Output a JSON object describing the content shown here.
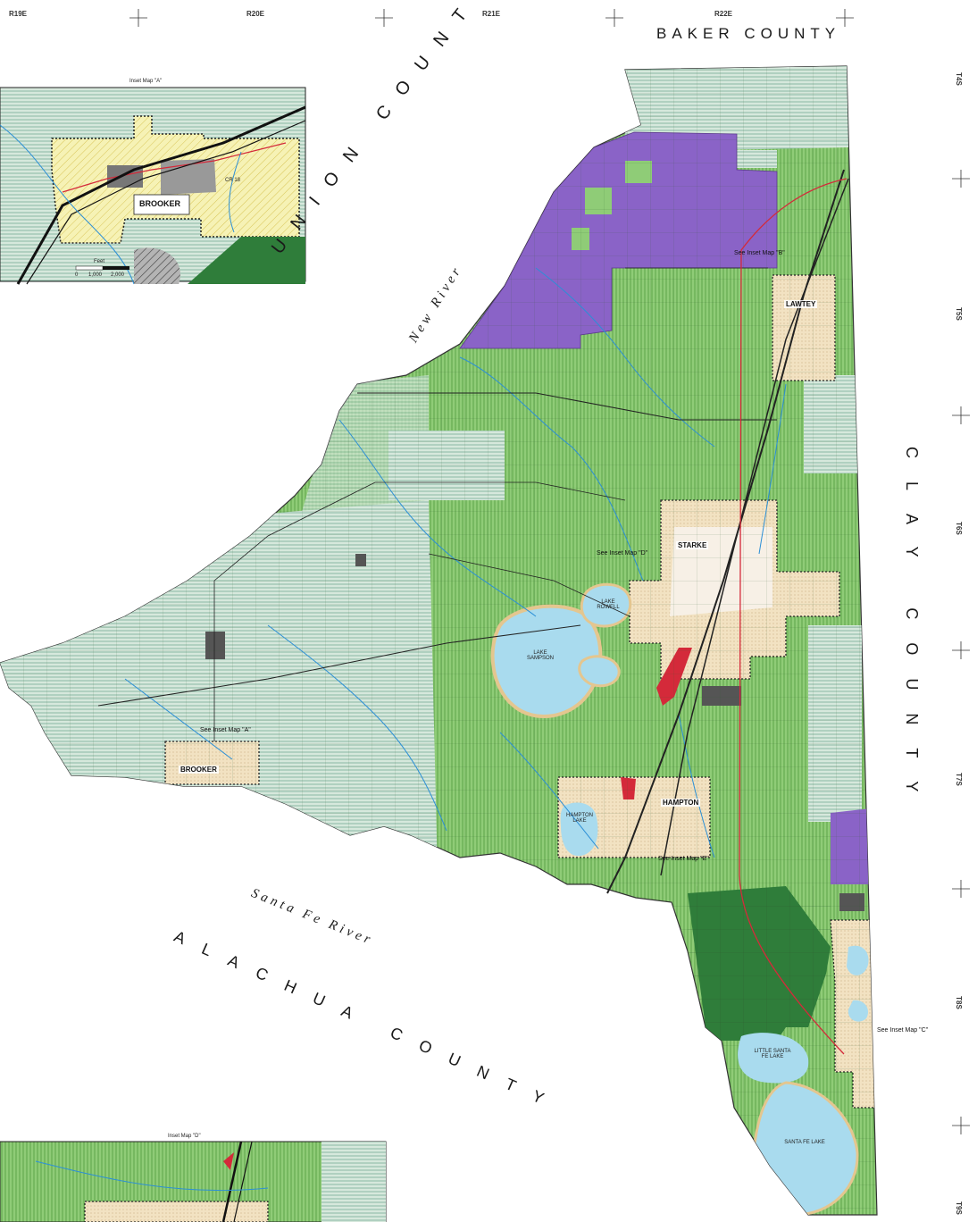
{
  "grid": {
    "ranges": [
      "R19E",
      "R20E",
      "R21E",
      "R22E"
    ],
    "townships": [
      "T4S",
      "T5S",
      "T6S",
      "T7S",
      "T8S",
      "T9S"
    ]
  },
  "counties": {
    "north": "BAKER COUNTY",
    "west": "UNION COUNTY",
    "east": "CLAY COUNTY",
    "south": "ALACHUA COUNTY"
  },
  "rivers": {
    "new_river": "New River",
    "santa_fe_river": "Santa Fe River"
  },
  "towns": {
    "starke": "STARKE",
    "lawtey": "LAWTEY",
    "hampton": "HAMPTON",
    "brooker": "BROOKER"
  },
  "lakes": {
    "lake_rowell": "LAKE ROWELL",
    "lake_sampson": "LAKE SAMPSON",
    "hampton_lake": "HAMPTON LAKE",
    "little_santa_fe_lake": "LITTLE SANTA FE LAKE",
    "santa_fe_lake": "SANTA FE LAKE"
  },
  "inset_refs": {
    "a": "See Inset Map \"A\"",
    "b": "See Inset Map \"B\"",
    "c": "See Inset Map \"C\"",
    "d": "See Inset Map \"D\"",
    "e": "See Inset Map \"E\""
  },
  "inset_a": {
    "title": "Inset Map \"A\"",
    "town": "BROOKER",
    "road": "CR 18",
    "scale_unit": "Feet",
    "scale_ticks": [
      "0",
      "1,000",
      "2,000"
    ]
  },
  "inset_d": {
    "title": "Inset Map \"D\""
  },
  "colors": {
    "ag_light": "#d6e8dc",
    "ag_green": "#8fcc77",
    "conservation": "#2f7d3a",
    "public_purple": "#8a63c7",
    "residential_yellow": "#f6f2b5",
    "urban_tan": "#f2e2c2",
    "commercial_red": "#d42a3a",
    "water": "#a9dbee"
  }
}
